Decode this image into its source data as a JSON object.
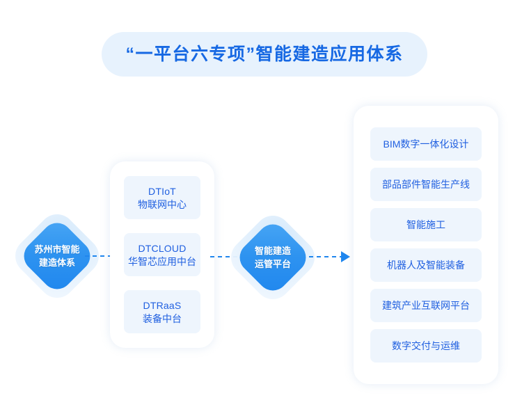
{
  "title": {
    "text": "“一平台六专项”智能建造应用体系"
  },
  "nodes": {
    "left": {
      "line1": "苏州市智能",
      "line2": "建造体系"
    },
    "center": {
      "line1": "智能建造",
      "line2": "运管平台"
    }
  },
  "platform_panel": {
    "items": [
      {
        "en": "DTIoT",
        "cn": "物联网中心"
      },
      {
        "en": "DTCLOUD",
        "cn": "华智芯应用中台"
      },
      {
        "en": "DTRaaS",
        "cn": "装备中台"
      }
    ]
  },
  "applications_panel": {
    "items": [
      {
        "label": "BIM数字一体化设计"
      },
      {
        "label": "部品部件智能生产线"
      },
      {
        "label": "智能施工"
      },
      {
        "label": "机器人及智能装备"
      },
      {
        "label": "建筑产业互联网平台"
      },
      {
        "label": "数字交付与运维"
      }
    ]
  },
  "colors": {
    "title_text": "#1668e3",
    "title_pill_bg": "#e7f2fd",
    "chip_bg": "#eef5fd",
    "chip_text": "#1f5fe0",
    "node_blue": "#2e93f0",
    "connector": "#1f86ee",
    "page_bg": "#ffffff"
  }
}
